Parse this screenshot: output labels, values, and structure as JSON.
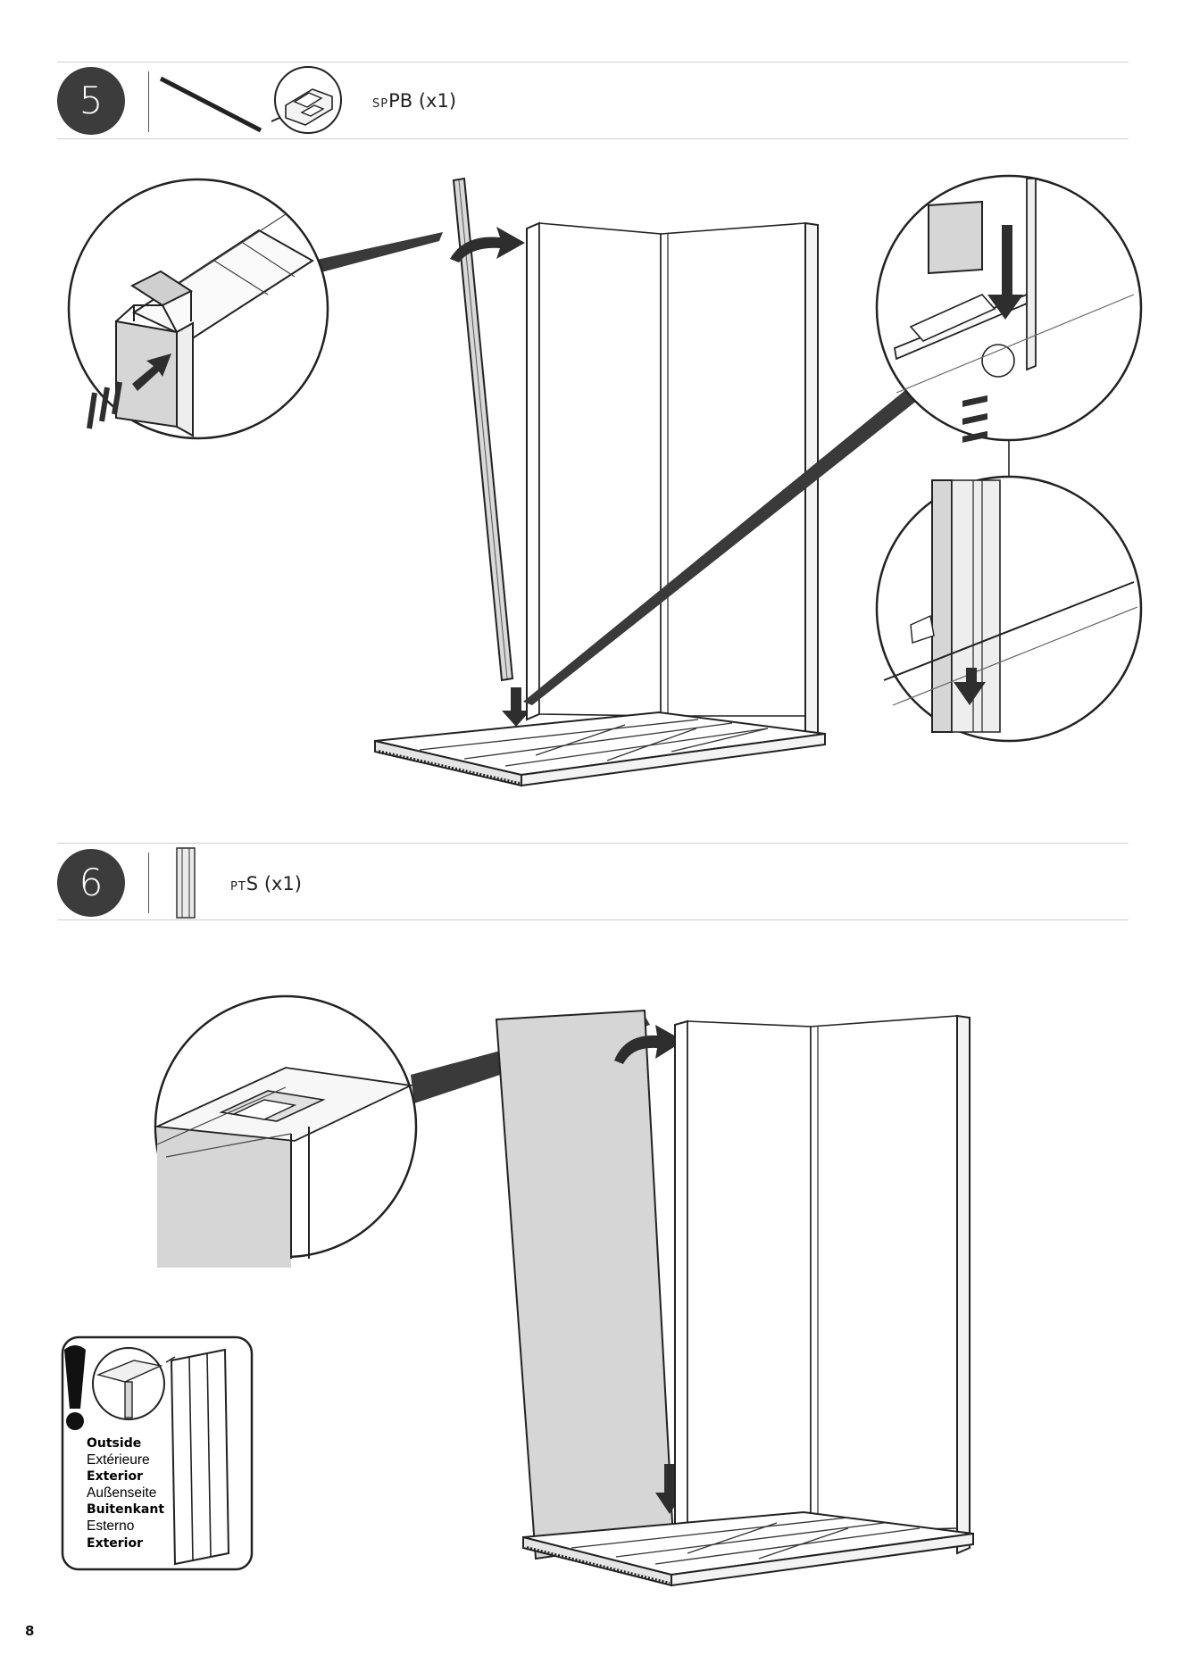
{
  "page_number": "8",
  "steps": [
    {
      "number": "5",
      "part_prefix": "sp",
      "part_name": "PB",
      "quantity": "(x1)"
    },
    {
      "number": "6",
      "part_prefix": "pt",
      "part_name": "S",
      "quantity": "(x1)"
    }
  ],
  "notice": {
    "icon": "exclamation-icon",
    "labels": [
      {
        "text": "Outside",
        "bold": true
      },
      {
        "text": "Extérieure",
        "bold": false
      },
      {
        "text": "Exterior",
        "bold": true
      },
      {
        "text": "Außenseite",
        "bold": false
      },
      {
        "text": "Buitenkant",
        "bold": true
      },
      {
        "text": "Esterno",
        "bold": false
      },
      {
        "text": "Exterior",
        "bold": true
      }
    ]
  },
  "colors": {
    "badge": "#3c3c3c",
    "panel_fill": "#d6d6d6",
    "arrow": "#2e2e2e",
    "rule": "#cfcfcf"
  }
}
